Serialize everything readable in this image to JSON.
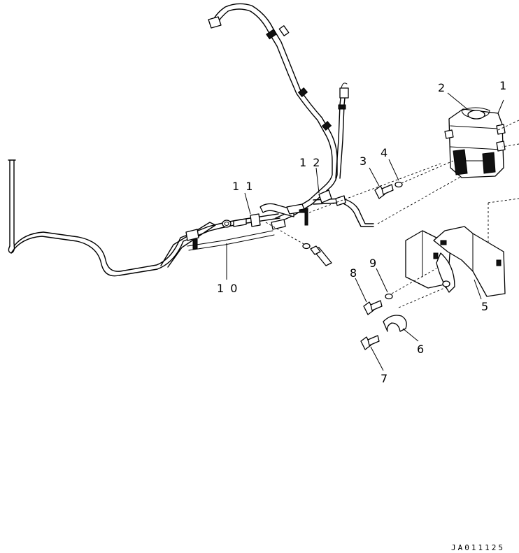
{
  "diagram": {
    "drawing_code": "JA011125",
    "callouts": [
      {
        "id": "1",
        "label": "1"
      },
      {
        "id": "2",
        "label": "2"
      },
      {
        "id": "3",
        "label": "3"
      },
      {
        "id": "4",
        "label": "4"
      },
      {
        "id": "5",
        "label": "5"
      },
      {
        "id": "6",
        "label": "6"
      },
      {
        "id": "7",
        "label": "7"
      },
      {
        "id": "8",
        "label": "8"
      },
      {
        "id": "9",
        "label": "9"
      },
      {
        "id": "10",
        "label": "1 0"
      },
      {
        "id": "11",
        "label": "1 1"
      },
      {
        "id": "12",
        "label": "1 2"
      }
    ]
  }
}
